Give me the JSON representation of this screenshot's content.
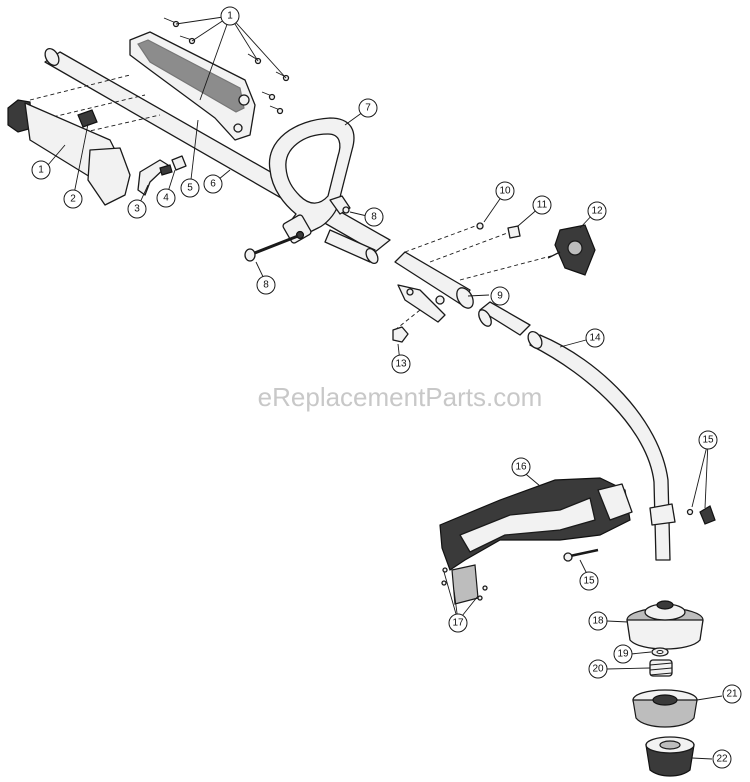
{
  "watermark": "eReplacementParts.com",
  "callouts": [
    {
      "id": "c1a",
      "label": "1"
    },
    {
      "id": "c1b",
      "label": "1"
    },
    {
      "id": "c2",
      "label": "2"
    },
    {
      "id": "c3",
      "label": "3"
    },
    {
      "id": "c4",
      "label": "4"
    },
    {
      "id": "c5",
      "label": "5"
    },
    {
      "id": "c6",
      "label": "6"
    },
    {
      "id": "c7",
      "label": "7"
    },
    {
      "id": "c8a",
      "label": "8"
    },
    {
      "id": "c8b",
      "label": "8"
    },
    {
      "id": "c9",
      "label": "9"
    },
    {
      "id": "c10",
      "label": "10"
    },
    {
      "id": "c11",
      "label": "11"
    },
    {
      "id": "c12",
      "label": "12"
    },
    {
      "id": "c13",
      "label": "13"
    },
    {
      "id": "c14",
      "label": "14"
    },
    {
      "id": "c15a",
      "label": "15"
    },
    {
      "id": "c15b",
      "label": "15"
    },
    {
      "id": "c16",
      "label": "16"
    },
    {
      "id": "c17",
      "label": "17"
    },
    {
      "id": "c18",
      "label": "18"
    },
    {
      "id": "c19",
      "label": "19"
    },
    {
      "id": "c20",
      "label": "20"
    },
    {
      "id": "c21",
      "label": "21"
    },
    {
      "id": "c22",
      "label": "22"
    }
  ]
}
